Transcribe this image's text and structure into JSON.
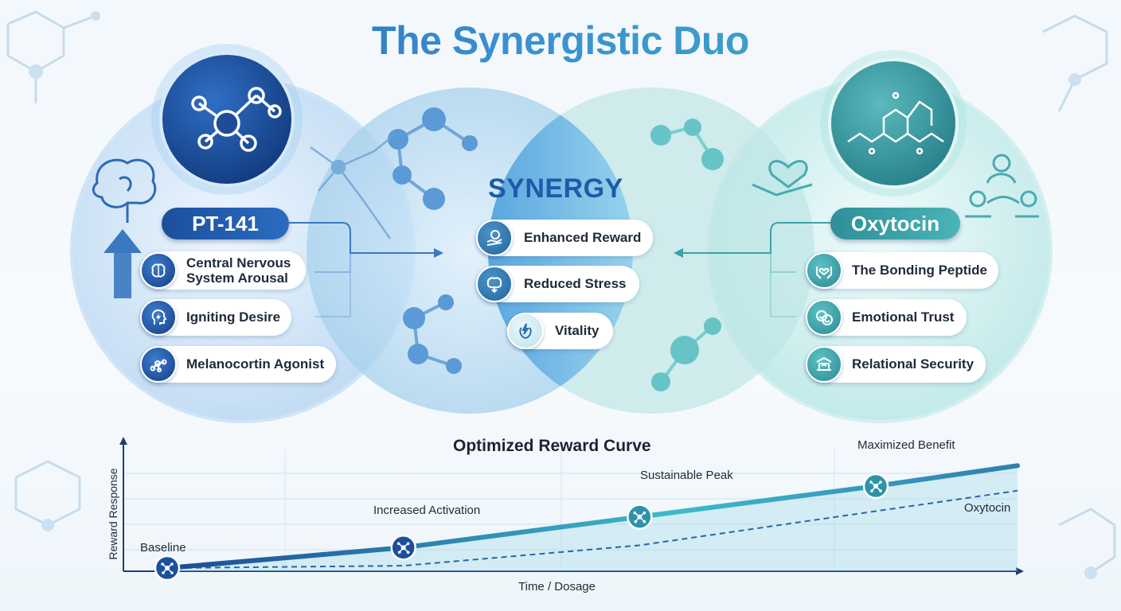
{
  "title": "The Synergistic Duo",
  "left": {
    "badge": "PT-141",
    "items": [
      {
        "line1": "Central Nervous",
        "line2": "System Arousal",
        "icon": "brain-icon"
      },
      {
        "line1": "Igniting Desire",
        "icon": "head-lightning-icon"
      },
      {
        "line1": "Melanocortin Agonist",
        "icon": "molecule-icon"
      }
    ]
  },
  "center": {
    "label": "SYNERGY",
    "items": [
      {
        "label": "Enhanced Reward",
        "icon": "hand-coin-icon"
      },
      {
        "label": "Reduced Stress",
        "icon": "brain-down-arrow-icon"
      },
      {
        "label": "Vitality",
        "icon": "leaf-lightning-icon"
      }
    ]
  },
  "right": {
    "badge": "Oxytocin",
    "items": [
      {
        "label": "The Bonding Peptide",
        "icon": "hands-heart-icon"
      },
      {
        "label": "Emotional Trust",
        "icon": "smiling-faces-icon"
      },
      {
        "label": "Relational Security",
        "icon": "bridge-icon"
      }
    ]
  },
  "chart_data": {
    "type": "line",
    "title": "Optimized Reward Curve",
    "xlabel": "Time / Dosage",
    "ylabel": "Reward Response",
    "grid": true,
    "series": [
      {
        "name": "",
        "style": "solid",
        "points": [
          [
            0,
            0
          ],
          [
            1,
            0.18
          ],
          [
            2,
            0.45
          ],
          [
            3,
            0.72
          ],
          [
            3.6,
            0.9
          ]
        ]
      },
      {
        "name": "Oxytocin",
        "style": "dashed",
        "points": [
          [
            0,
            0
          ],
          [
            1,
            0.02
          ],
          [
            2,
            0.2
          ],
          [
            3,
            0.5
          ],
          [
            3.6,
            0.68
          ]
        ]
      }
    ],
    "annotations": [
      {
        "label": "Baseline",
        "x": 0
      },
      {
        "label": "Increased Activation",
        "x": 1
      },
      {
        "label": "Sustainable Peak",
        "x": 2
      },
      {
        "label": "Maximized Benefit",
        "x": 3
      }
    ]
  },
  "colors": {
    "pt141": "#1b4f9c",
    "oxytocin": "#3aa3a6",
    "synergy": "#1f5aa8",
    "curve": "#2a7fb8"
  }
}
